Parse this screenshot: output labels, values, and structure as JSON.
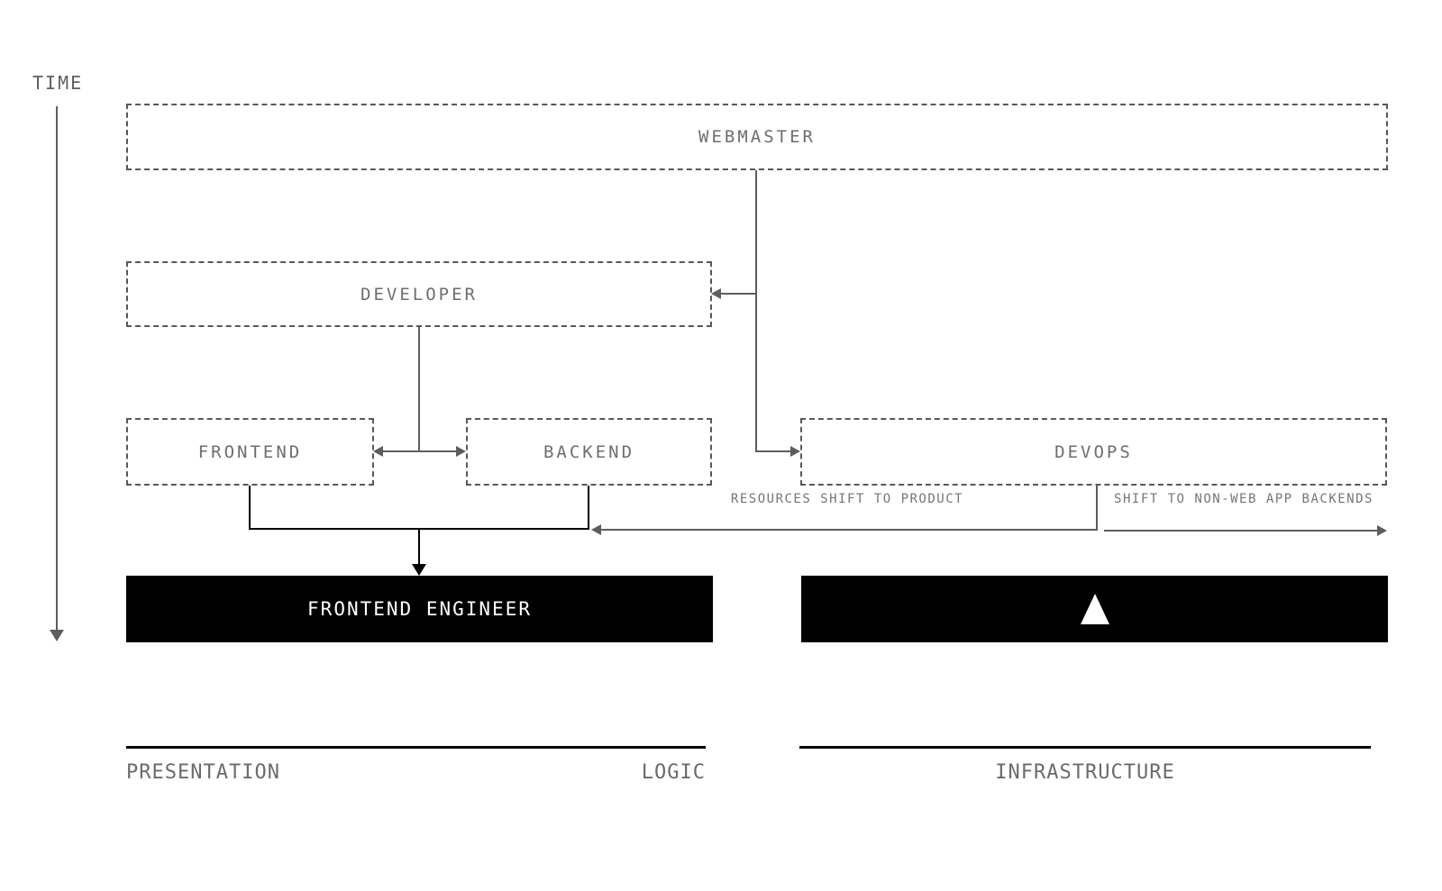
{
  "time_axis": {
    "label": "TIME"
  },
  "nodes": {
    "webmaster": {
      "label": "WEBMASTER"
    },
    "developer": {
      "label": "DEVELOPER"
    },
    "frontend": {
      "label": "FRONTEND"
    },
    "backend": {
      "label": "BACKEND"
    },
    "devops": {
      "label": "DEVOPS"
    },
    "frontend_engineer": {
      "label": "FRONTEND ENGINEER"
    },
    "infrastructure_engineer": {
      "icon": "triangle-up-icon"
    }
  },
  "annotations": {
    "resources_shift": {
      "label": "RESOURCES SHIFT TO PRODUCT"
    },
    "non_web_shift": {
      "label": "SHIFT TO NON-WEB APP BACKENDS"
    }
  },
  "lanes": {
    "presentation": {
      "label": "PRESENTATION"
    },
    "logic": {
      "label": "LOGIC"
    },
    "infrastructure": {
      "label": "INFRASTRUCTURE"
    }
  },
  "colors": {
    "background": "#ffffff",
    "connector_gray": "#5d5d5d",
    "box_border_gray": "#585858",
    "label_gray": "#6e6e6e",
    "annotation_gray": "#757575",
    "solid_box_black": "#000000",
    "solid_box_text_white": "#ffffff"
  }
}
